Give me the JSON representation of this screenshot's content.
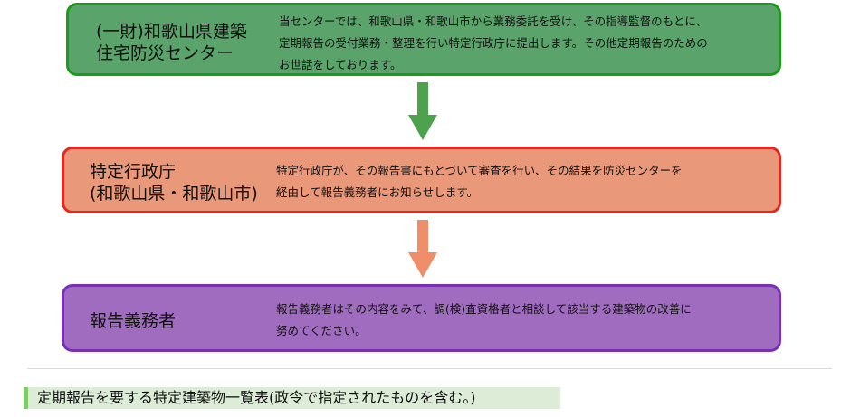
{
  "flow": {
    "step1": {
      "title_line1": "(一財)和歌山県建築",
      "title_line2": "住宅防災センター",
      "desc_line1": "当センターでは、和歌山県・和歌山市から業務委託を受け、その指導監督のもとに、",
      "desc_line2": "定期報告の受付業務・整理を行い特定行政庁に提出します。その他定期報告のための",
      "desc_line3": "お世話をしております。",
      "fill_color": "#5aa46c",
      "border_color": "#1b9a1b"
    },
    "step2": {
      "title_line1": "特定行政庁",
      "title_line2": "(和歌山県・和歌山市)",
      "desc_line1": "特定行政庁が、その報告書にもとづいて審査を行い、その結果を防災センターを",
      "desc_line2": "経由して報告義務者にお知らせします。",
      "fill_color": "#e9987a",
      "border_color": "#e22a22"
    },
    "step3": {
      "title_line1": "報告義務者",
      "desc_line1": "報告義務者はその内容をみて、調(検)査資格者と相談して該当する建築物の改善に",
      "desc_line2": "努めてください。",
      "fill_color": "#a06cc0",
      "border_color": "#7a2fb5"
    },
    "arrow1_icon": "down-arrow-green",
    "arrow1_color": "#4ea24e",
    "arrow2_icon": "down-arrow-salmon",
    "arrow2_color": "#ef8e68"
  },
  "section": {
    "heading": "定期報告を要する特定建築物一覧表(政令で指定されたものを含む。)",
    "accent_color": "#7fcb6a",
    "bg_color": "#dcecd6"
  }
}
